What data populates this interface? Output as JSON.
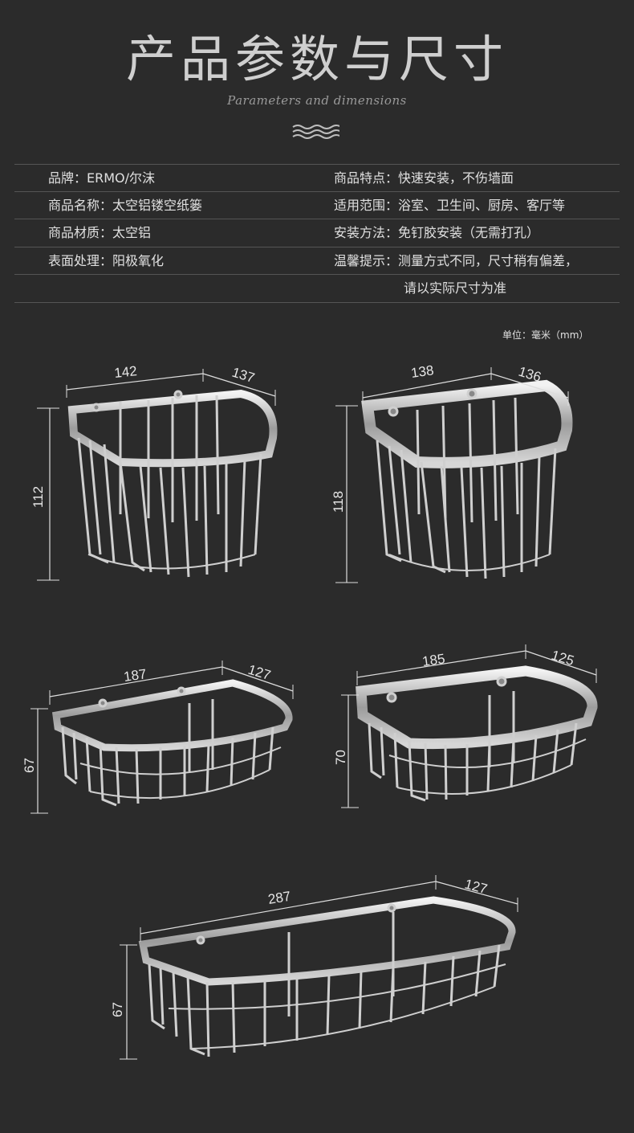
{
  "header": {
    "title": "产品参数与尺寸",
    "subtitle": "Parameters and dimensions"
  },
  "specs": [
    {
      "label1": "品牌：",
      "value1": "ERMO/尔沫",
      "label2": "商品特点：",
      "value2": "快速安装，不伤墙面"
    },
    {
      "label1": "商品名称：",
      "value1": "太空铝镂空纸篓",
      "label2": "适用范围：",
      "value2": "浴室、卫生间、厨房、客厅等"
    },
    {
      "label1": "商品材质：",
      "value1": "太空铝",
      "label2": "安装方法：",
      "value2": "免钉胶安装（无需打孔）"
    },
    {
      "label1": "表面处理：",
      "value1": "阳极氧化",
      "label2": "温馨提示：",
      "value2": "测量方式不同，尺寸稍有偏差，"
    },
    {
      "label1": "",
      "value1": "",
      "label2": "",
      "value2": "请以实际尺寸为准"
    }
  ],
  "unit_note": "单位：毫米（mm）",
  "products": [
    {
      "width": "142",
      "depth": "137",
      "height": "112"
    },
    {
      "width": "138",
      "depth": "136",
      "height": "118"
    },
    {
      "width": "187",
      "depth": "127",
      "height": "67"
    },
    {
      "width": "185",
      "depth": "125",
      "height": "70"
    },
    {
      "width": "287",
      "depth": "127",
      "height": "67"
    }
  ],
  "colors": {
    "background": "#2b2b2b",
    "text": "#e6e6e6",
    "rule": "#555555",
    "metal": "#c9c9c9"
  }
}
